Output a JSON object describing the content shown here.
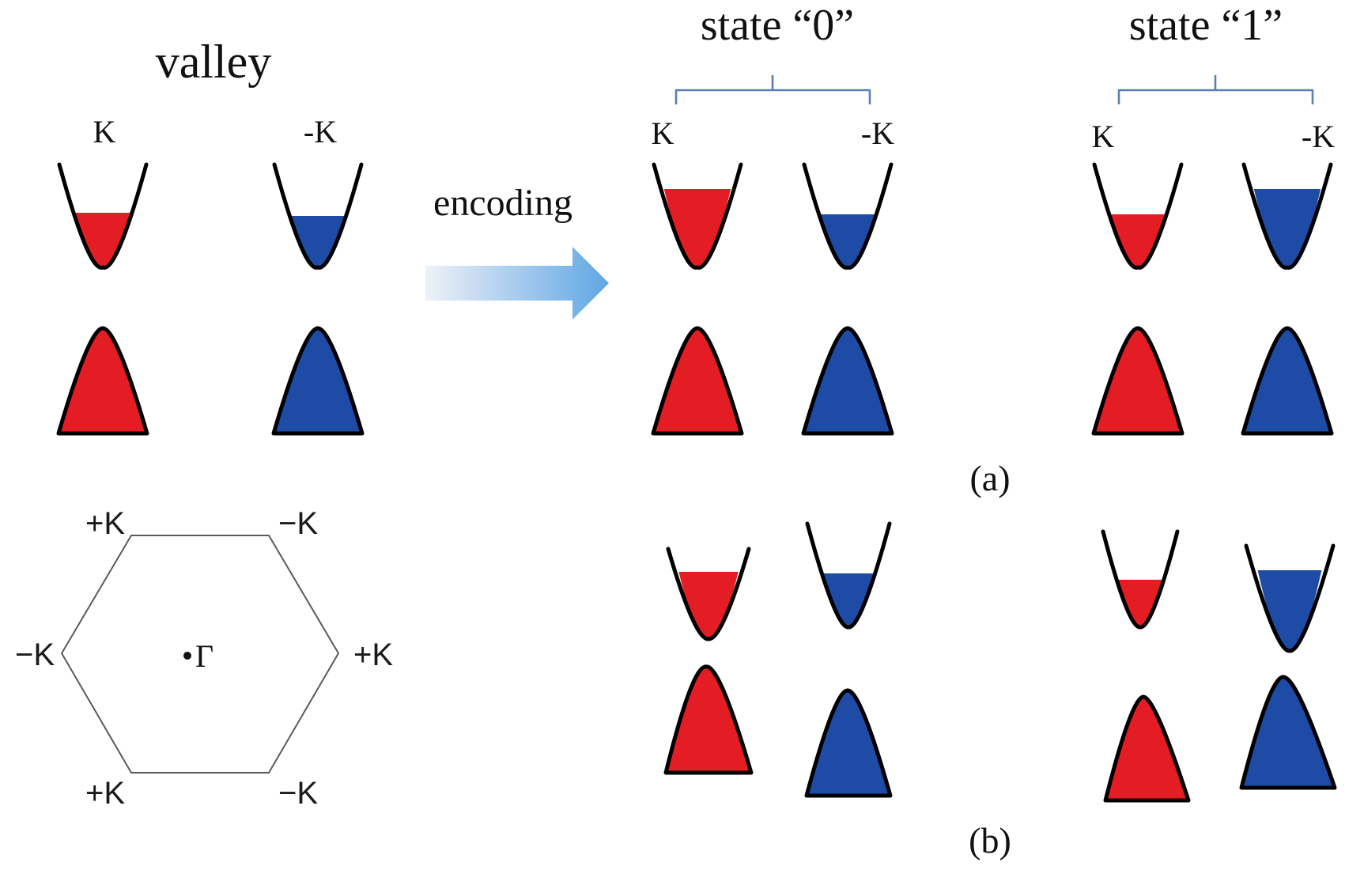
{
  "colors": {
    "k_valley": "#e41d24",
    "minus_k_valley": "#1e4ba6",
    "outline": "#000000",
    "bracket": "#5a7fb5",
    "arrow_end": "#5fa6e3",
    "hexagon": "#5a5a5a"
  },
  "panel_a": {
    "valley_title": "valley",
    "valley_labels": [
      "K",
      "-K"
    ],
    "arrow_label": "encoding",
    "state0_title": "state “0”",
    "state0_labels": [
      "K",
      "-K"
    ],
    "state1_title": "state “1”",
    "state1_labels": [
      "K",
      "-K"
    ],
    "caption": "(a)",
    "valley_fill_levels": {
      "initial": {
        "k": 0.5,
        "minus_k": 0.5
      },
      "state0": {
        "k": 0.75,
        "minus_k": 0.5
      },
      "state1": {
        "k": 0.5,
        "minus_k": 0.75
      }
    }
  },
  "panel_b": {
    "brillouin_zone": {
      "vertex_labels": [
        "+K",
        "−K",
        "+K",
        "−K",
        "+K",
        "−K"
      ],
      "center_label": "Γ"
    },
    "caption": "(b)"
  }
}
